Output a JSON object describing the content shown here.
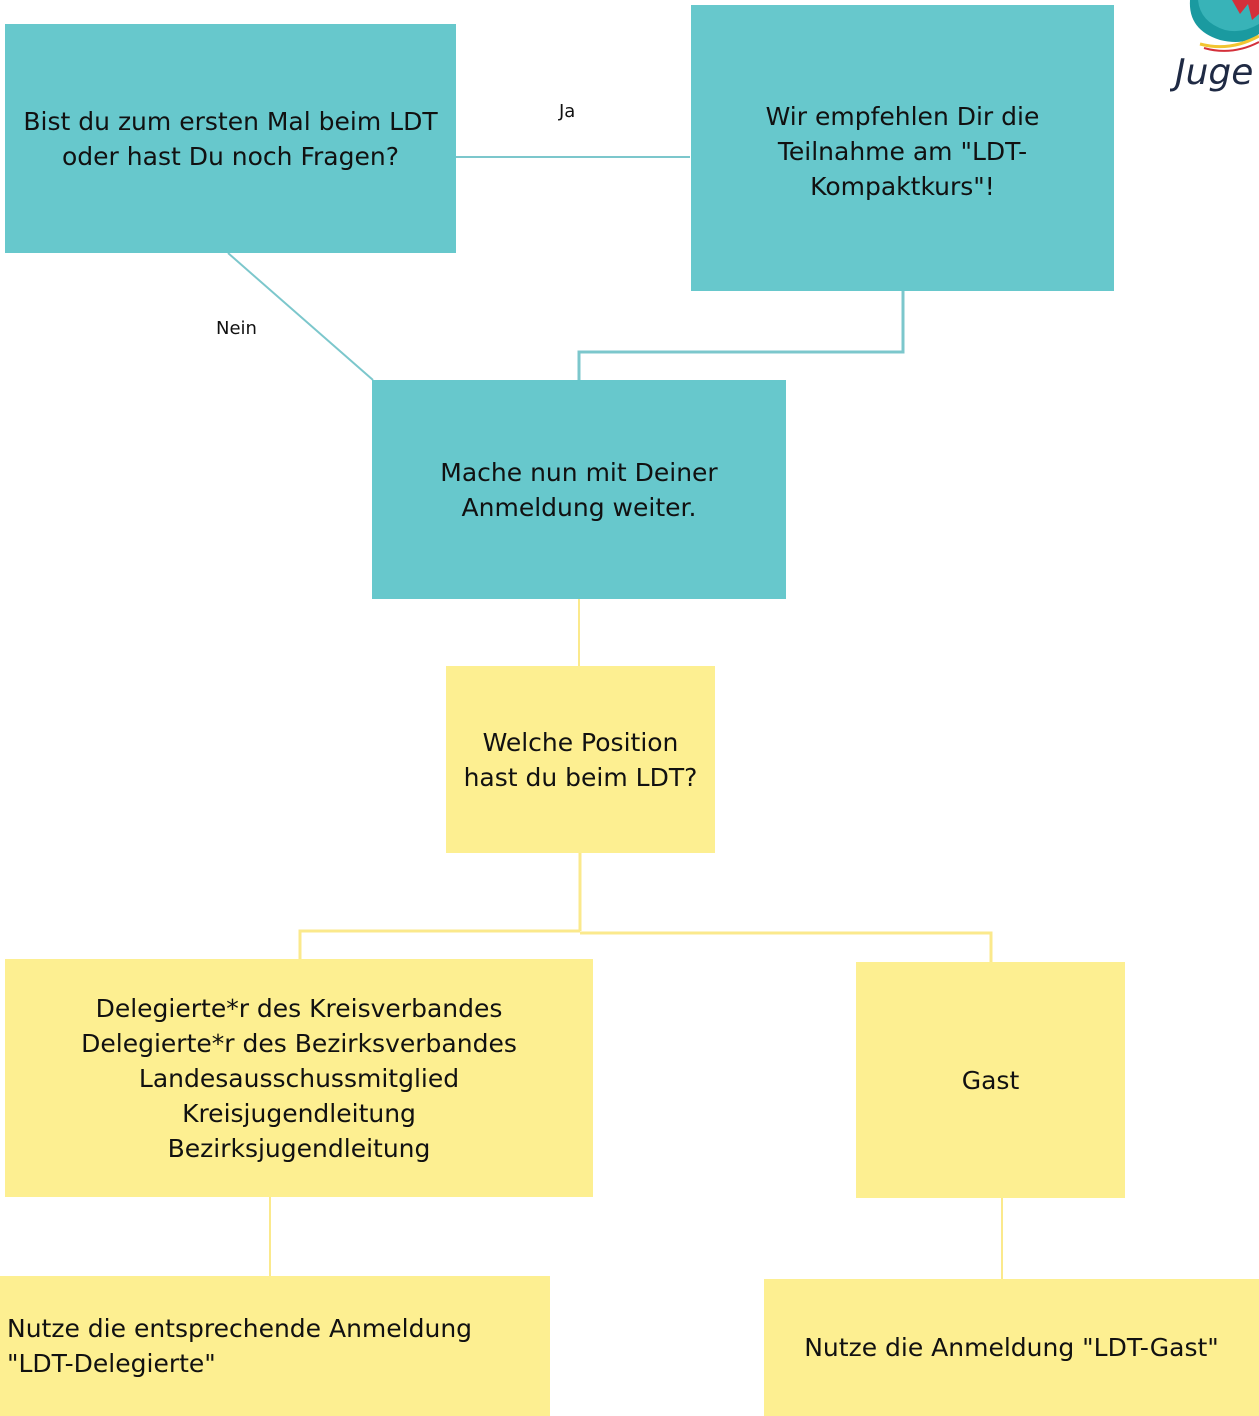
{
  "nodes": {
    "q_first_time": "Bist du zum ersten Mal beim LDT\noder hast Du noch Fragen?",
    "recommend_course": "Wir empfehlen Dir die\nTeilnahme am \"LDT-\nKompaktkurs\"!",
    "continue_registration": "Mache nun mit Deiner\nAnmeldung weiter.",
    "q_position": "Welche Position\nhast du beim LDT?",
    "delegates": "Delegierte*r des Kreisverbandes\nDelegierte*r des Bezirksverbandes\nLandesausschussmitglied\nKreisjugendleitung\nBezirksjugendleitung",
    "guest": "Gast",
    "use_delegates": "Nutze die entsprechende  Anmeldung\n\"LDT-Delegierte\"",
    "use_guest": "Nutze die Anmeldung \"LDT-Gast\""
  },
  "edge_labels": {
    "yes": "Ja",
    "no": "Nein"
  },
  "logo": {
    "text": "Juge"
  },
  "colors": {
    "teal_box": "#67c8cc",
    "teal_line": "#7cc7cc",
    "yellow_box": "#fdef91",
    "yellow_line": "#fbe98c"
  }
}
